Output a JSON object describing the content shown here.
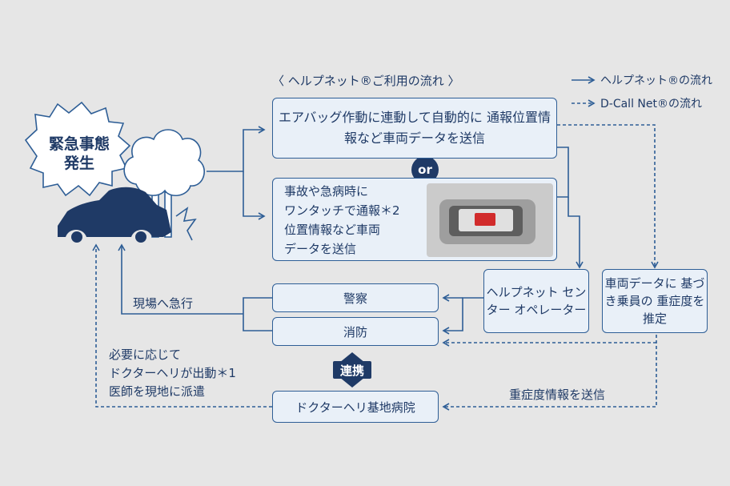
{
  "title": "〈 ヘルプネット®ご利用の流れ 〉",
  "legend": {
    "solid": "ヘルプネット®の流れ",
    "dashed": "D-Call Net®の流れ"
  },
  "emergency": "緊急事態\n発生",
  "auto_box": "エアバッグ作動に連動して自動的に\n通報位置情報など車両データを送信",
  "or_label": "or",
  "manual_box": "事故や急病時に\nワンタッチで通報＊2\n位置情報など車両\nデータを送信",
  "center_box": "ヘルプネット\nセンター\nオペレーター",
  "estimate_box": "車両データに\n基づき乗員の\n重症度を推定",
  "police": "警察",
  "fire": "消防",
  "renkei": "連携",
  "hospital": "ドクターヘリ基地病院",
  "rush_label": "現場へ急行",
  "heli_label": "必要に応じて\nドクターヘリが出動＊1\n医師を現地に派遣",
  "severity_label": "重症度情報を送信",
  "colors": {
    "navy": "#1f3a66",
    "box_fill": "#e9f0f8",
    "border": "#2e5e96",
    "background": "#e6e6e6"
  }
}
